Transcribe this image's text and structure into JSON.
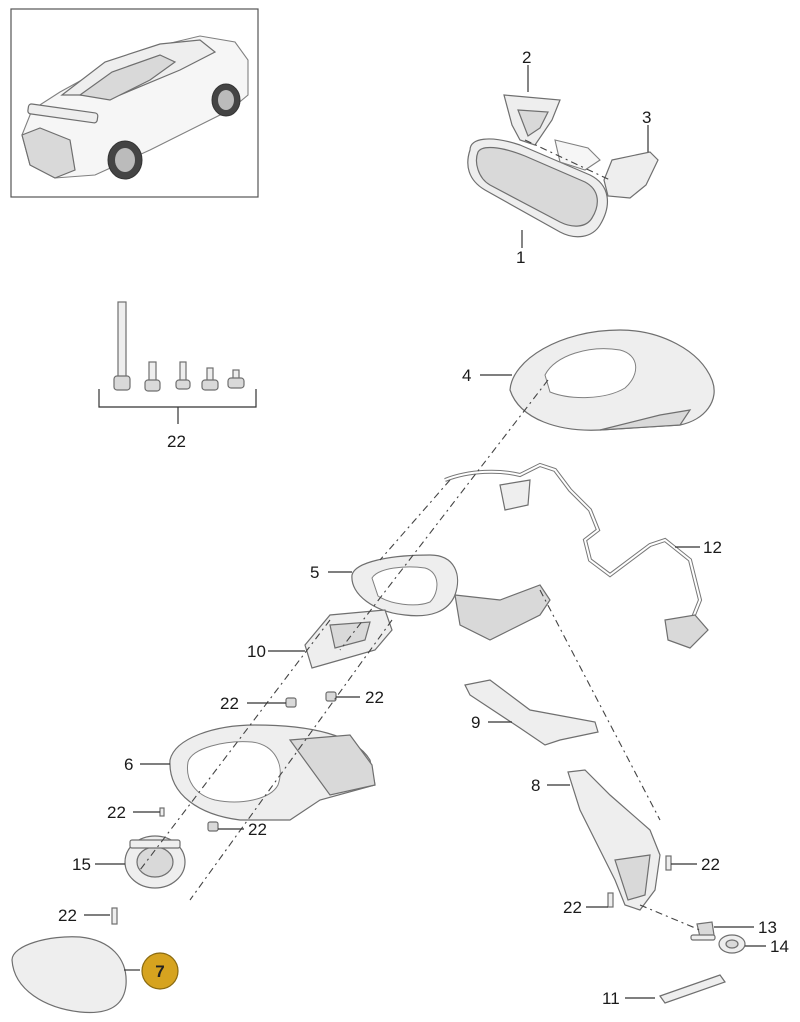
{
  "labels": {
    "p1": "1",
    "p2": "2",
    "p3": "3",
    "p4": "4",
    "p5": "5",
    "p6": "6",
    "p7": "7",
    "p8": "8",
    "p9": "9",
    "p10": "10",
    "p11": "11",
    "p12": "12",
    "p13": "13",
    "p14": "14",
    "p15": "15",
    "p22": "22"
  },
  "colors": {
    "highlight_badge": "#d6a31f",
    "part_fill": "#eeeeee",
    "part_stroke": "#6f6f6f"
  }
}
